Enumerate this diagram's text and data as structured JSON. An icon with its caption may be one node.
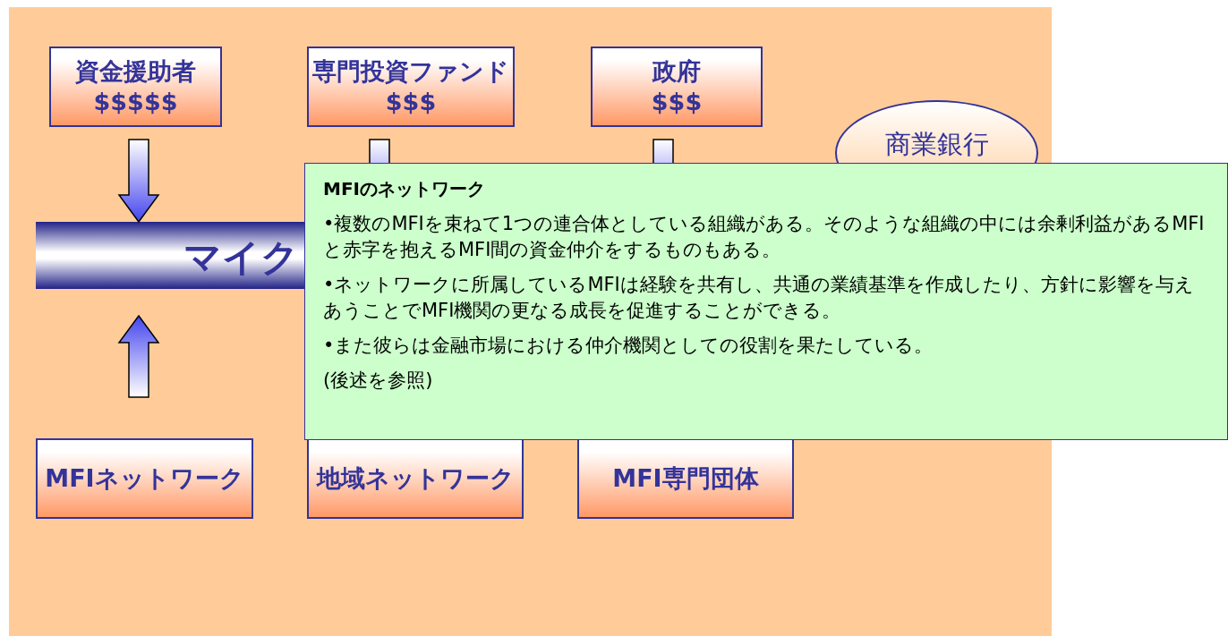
{
  "diagram": {
    "nodes": [
      {
        "text": [
          "資金援助者",
          "$$$$$"
        ]
      },
      {
        "text": [
          "専門投資ファンド",
          "$$$"
        ]
      },
      {
        "text": [
          "政府",
          "$$$"
        ]
      },
      {
        "text": [
          "商業銀行"
        ]
      },
      {
        "text": [
          "マイク"
        ]
      },
      {
        "text": [
          "MFIネットワーク"
        ]
      },
      {
        "text": [
          "地域ネットワーク"
        ]
      },
      {
        "text": [
          "MFI専門団体"
        ]
      },
      {
        "text": [
          "MFIのネットワーク",
          "•複数のMFIを束ねて1つの連合体としている組織がある。そのような組織の中には余剰利益があるMFIと赤字を抱えるMFI間の資金仲介をするものもある。",
          "•ネットワークに所属しているMFIは経験を共有し、共通の業績基準を作成したり、方針に影響を与えあうことでMFI機関の更なる成長を促進することができる。",
          "•また彼らは金融市場における仲介機関としての役割を果たしている。",
          "(後述を参照)"
        ]
      }
    ],
    "edges": [
      {
        "from": 0,
        "to": 4,
        "arrow": "to"
      },
      {
        "from": 1,
        "to": null,
        "arrow": "to"
      },
      {
        "from": 2,
        "to": null,
        "arrow": "to"
      },
      {
        "from": 5,
        "to": 4,
        "arrow": "to"
      }
    ]
  }
}
